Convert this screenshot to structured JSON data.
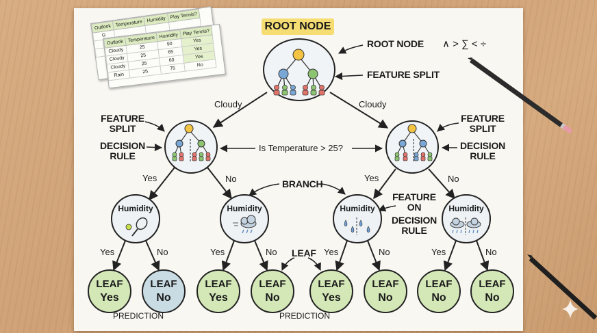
{
  "root_title": "ROOT NODE",
  "symbols": "∧ > ∑ < ÷",
  "table_back": {
    "headers": [
      "Outlook",
      "Temperature",
      "Humidity",
      "Play Tennis?"
    ],
    "partial_cells": [
      "G",
      "P",
      "B"
    ]
  },
  "table_front": {
    "headers": [
      "Outlook",
      "Temperature",
      "Humidity",
      "Play Tennis?"
    ],
    "rows": [
      [
        "Cloudy",
        "25",
        "90",
        "Yes"
      ],
      [
        "Cloudy",
        "25",
        "65",
        "Yes"
      ],
      [
        "Cloudy",
        "25",
        "60",
        "Yes"
      ],
      [
        "Rain",
        "25",
        "75",
        "No"
      ]
    ]
  },
  "annotations": {
    "root_node": "ROOT NODE",
    "feature_split_top": "FEATURE SPLIT",
    "feature_split_left": [
      "FEATURE",
      "SPLIT"
    ],
    "decision_rule_left": [
      "DECISION",
      "RULE"
    ],
    "feature_split_right": [
      "FEATURE",
      "SPLIT"
    ],
    "decision_rule_right": [
      "DECISION",
      "RULE"
    ],
    "middle_question": "Is Temperature > 25?",
    "branch": "BRANCH",
    "feature_on_decision_rule": [
      "FEATURE",
      "ON",
      "DECISION",
      "RULE"
    ],
    "leaf": "LEAF",
    "prediction_left": "PREDICTION",
    "prediction_right": "PREDICTION"
  },
  "edges": {
    "root_left": "Cloudy",
    "root_right": "Cloudy",
    "left_yes": "Yes",
    "left_no": "No",
    "right_yes": "Yes",
    "right_no": "No",
    "h1_yes": "Yes",
    "h1_no": "No",
    "h2_yes": "Yes",
    "h2_no": "No",
    "h3_yes": "Yes",
    "h3_no": "No",
    "h4_yes": "Yes",
    "h4_no": "No"
  },
  "humidity_nodes": [
    "Humidity",
    "Humidity",
    "Humidity",
    "Humidity"
  ],
  "leaves": [
    {
      "title": "LEAF",
      "value": "Yes"
    },
    {
      "title": "LEAF",
      "value": "No"
    },
    {
      "title": "LEAF",
      "value": "Yes"
    },
    {
      "title": "LEAF",
      "value": "No"
    },
    {
      "title": "LEAF",
      "value": "Yes"
    },
    {
      "title": "LEAF",
      "value": "No"
    },
    {
      "title": "LEAF",
      "value": "No"
    },
    {
      "title": "LEAF",
      "value": "No"
    }
  ],
  "colors": {
    "leaf_green": "#d3e7b7",
    "leaf_blue": "#c9dce4",
    "root_label_yellow": "#f6dd73",
    "tree_yellow": "#f3c443",
    "tree_blue": "#7aa8d6",
    "tree_green": "#8cc472",
    "tree_red": "#e2736b"
  }
}
